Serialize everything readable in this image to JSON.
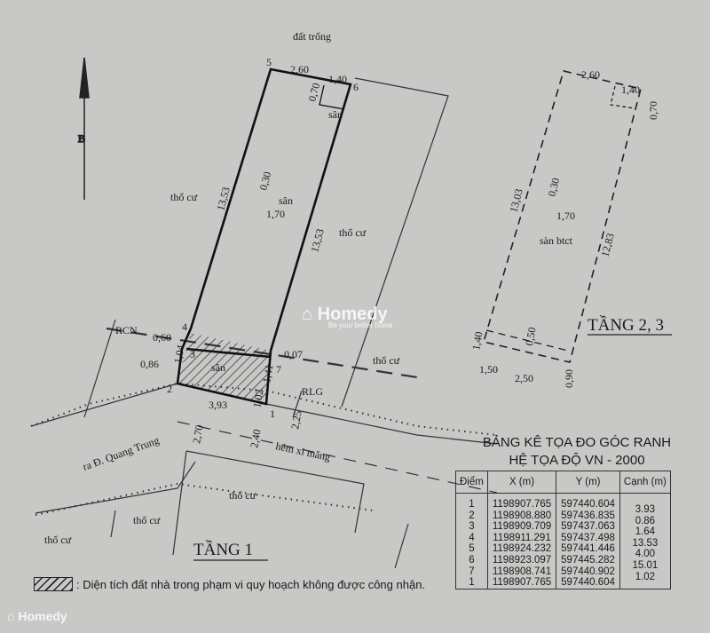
{
  "plan": {
    "top_label": "đất trống",
    "floor1_title": "TẦNG 1",
    "floor23_title": "TẦNG 2, 3",
    "labels": {
      "tho_cu": "thổ cư",
      "san": "sân",
      "san_btct": "sàn btct",
      "rcn": "RCN",
      "rlg": "RLG",
      "road": "ra Đ. Quang Trung",
      "alley": "hẻm xi măng"
    },
    "points": [
      "1",
      "2",
      "3",
      "4",
      "5",
      "6",
      "7"
    ],
    "floor1_dims": {
      "top_a": "2,60",
      "top_b": "1,40",
      "court_top": "0,70",
      "left_side": "13,53",
      "right_side": "13,53",
      "court_mid_h": "0,30",
      "court_mid_w": "1,70",
      "d_060": "0,60",
      "d_104": "1,04",
      "d_086": "0,86",
      "d_007": "0,07",
      "d_141": "1,41",
      "d_102": "1,02",
      "d_393": "3,93",
      "d_270": "2,70",
      "d_240": "2,40",
      "d_225": "2,25"
    },
    "floor23_dims": {
      "top_a": "2,60",
      "top_b": "1,40",
      "right_top": "0,70",
      "left_side": "13,03",
      "right_side": "12,83",
      "mid_h": "0,30",
      "mid_w": "1,70",
      "bot_left": "1,40",
      "bot_h": "0,50",
      "bot_a": "1,50",
      "bot_b": "2,50",
      "bot_right": "0,90"
    }
  },
  "legend": {
    "text": ": Diện tích đất nhà trong phạm vi quy hoạch không được công nhận."
  },
  "table": {
    "title_line1": "BẢNG KÊ TỌA ĐO GÓC RANH",
    "title_line2": "HỆ TỌA ĐỘ VN - 2000",
    "headers": [
      "Điểm",
      "X (m)",
      "Y (m)",
      "Cạnh (m)"
    ],
    "rows": [
      {
        "point": "1",
        "x": "1198907.765",
        "y": "597440.604"
      },
      {
        "point": "2",
        "x": "1198908.880",
        "y": "597436.835"
      },
      {
        "point": "3",
        "x": "1198909.709",
        "y": "597437.063"
      },
      {
        "point": "4",
        "x": "1198911.291",
        "y": "597437.498"
      },
      {
        "point": "5",
        "x": "1198924.232",
        "y": "597441.446"
      },
      {
        "point": "6",
        "x": "1198923.097",
        "y": "597445.282"
      },
      {
        "point": "7",
        "x": "1198908.741",
        "y": "597440.902"
      },
      {
        "point": "1",
        "x": "1198907.765",
        "y": "597440.604"
      }
    ],
    "edges": [
      "3.93",
      "0.86",
      "1.64",
      "13.53",
      "4.00",
      "15.01",
      "1.02"
    ]
  },
  "watermark": {
    "brand": "Homedy",
    "tagline": "Be your better home"
  }
}
